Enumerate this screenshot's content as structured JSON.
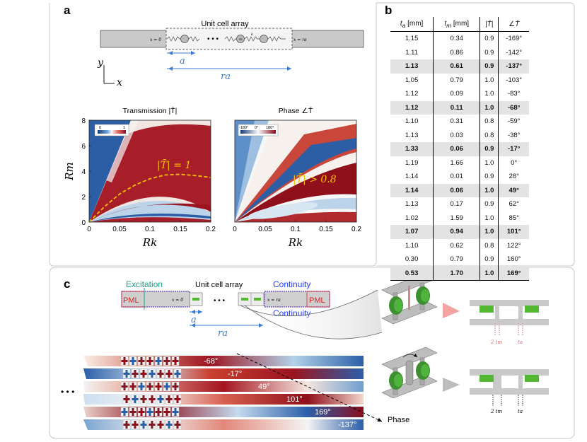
{
  "panels": {
    "a": "a",
    "b": "b",
    "c": "c"
  },
  "panel_a": {
    "array_title": "Unit cell array",
    "x0": "x = 0",
    "xra": "x = ra",
    "kb": "k",
    "mlabel": "m",
    "a_label": "a",
    "ra_label": "ra",
    "y_axis": "y",
    "x_axis": "x",
    "plot1_title": "Transmission |T̄|",
    "plot2_title": "Phase ∠T̄",
    "cbar1": [
      "0",
      "1"
    ],
    "cbar2": [
      "-180°",
      "0°",
      "180°"
    ],
    "annot1": "|T̄| = 1",
    "annot2": "|T̄| > 0.8",
    "ylabel": "Rm",
    "xlabel": "Rk"
  },
  "chart_data": [
    {
      "type": "heatmap",
      "title": "Transmission |T̄|",
      "xlabel": "Rk",
      "ylabel": "Rm",
      "xlim": [
        0,
        0.2
      ],
      "ylim": [
        0,
        8
      ],
      "xticks": [
        "0",
        "0.05",
        "0.1",
        "0.15",
        "0.2"
      ],
      "yticks": [
        "0",
        "2",
        "4",
        "6",
        "8"
      ],
      "colorbar": {
        "min": 0,
        "max": 1,
        "labels": [
          "0",
          "1"
        ]
      },
      "curve_name": "|T̄| = 1",
      "curve": {
        "x": [
          0,
          0.025,
          0.05,
          0.075,
          0.1,
          0.125,
          0.15,
          0.175,
          0.2
        ],
        "y": [
          0,
          1.2,
          2.2,
          2.9,
          3.4,
          3.7,
          3.75,
          3.65,
          3.5
        ]
      }
    },
    {
      "type": "heatmap",
      "title": "Phase ∠T̄",
      "xlabel": "Rk",
      "xlim": [
        0,
        0.2
      ],
      "ylim": [
        0,
        8
      ],
      "xticks": [
        "0",
        "0.05",
        "0.1",
        "0.15",
        "0.2"
      ],
      "colorbar": {
        "min": -180,
        "max": 180,
        "labels": [
          "-180°",
          "0°",
          "180°"
        ]
      },
      "annotation": "|T̄| > 0.8"
    },
    {
      "type": "table",
      "columns": [
        "ta [mm]",
        "tm [mm]",
        "|T̄|",
        "∠T̄"
      ],
      "rows": [
        [
          "1.15",
          "0.34",
          "0.9",
          "-169°"
        ],
        [
          "1.11",
          "0.86",
          "0.9",
          "-142°"
        ],
        [
          "1.13",
          "0.61",
          "0.9",
          "-137°"
        ],
        [
          "1.05",
          "0.79",
          "1.0",
          "-103°"
        ],
        [
          "1.12",
          "0.09",
          "1.0",
          "-83°"
        ],
        [
          "1.12",
          "0.11",
          "1.0",
          "-68°"
        ],
        [
          "1.10",
          "0.31",
          "0.8",
          "-59°"
        ],
        [
          "1.13",
          "0.03",
          "0.8",
          "-38°"
        ],
        [
          "1.33",
          "0.06",
          "0.9",
          "-17°"
        ],
        [
          "1.19",
          "1.66",
          "1.0",
          "0°"
        ],
        [
          "1.14",
          "0.01",
          "0.9",
          "28°"
        ],
        [
          "1.14",
          "0.06",
          "1.0",
          "49°"
        ],
        [
          "1.13",
          "0.17",
          "0.9",
          "62°"
        ],
        [
          "1.02",
          "1.59",
          "1.0",
          "85°"
        ],
        [
          "1.07",
          "0.94",
          "1.0",
          "101°"
        ],
        [
          "1.10",
          "0.62",
          "0.8",
          "122°"
        ],
        [
          "0.30",
          "0.79",
          "0.9",
          "160°"
        ],
        [
          "0.53",
          "1.70",
          "1.0",
          "169°"
        ]
      ],
      "highlighted": [
        2,
        5,
        8,
        11,
        14,
        17
      ]
    }
  ],
  "panel_c": {
    "excitation": "Excitation",
    "pml_left": "PML",
    "pml_right": "PML",
    "x0": "x = 0",
    "array_title": "Unit cell array",
    "dots": "• • •",
    "continuity_top": "Continuity",
    "continuity_bottom": "Continuity",
    "xra": "x = ra",
    "a_label": "a",
    "ra_label": "ra",
    "strip_phases": [
      "-68°",
      "-17°",
      "49°",
      "101°",
      "169°",
      "-137°"
    ],
    "phase_label": "Phase",
    "left_dots": "• • •",
    "dim_top": [
      "2 tm",
      "ta"
    ],
    "dim_bottom": [
      "2 tm",
      "ta"
    ]
  },
  "colors": {
    "red": "#b2182b",
    "blue": "#2166ac",
    "teal": "#1aa18a",
    "continuity_blue": "#1f3cff",
    "pml_red": "#d62728",
    "arrow_blue": "#3a7bd5",
    "yellow_curve": "#f6c200",
    "green_block": "#52b832"
  }
}
